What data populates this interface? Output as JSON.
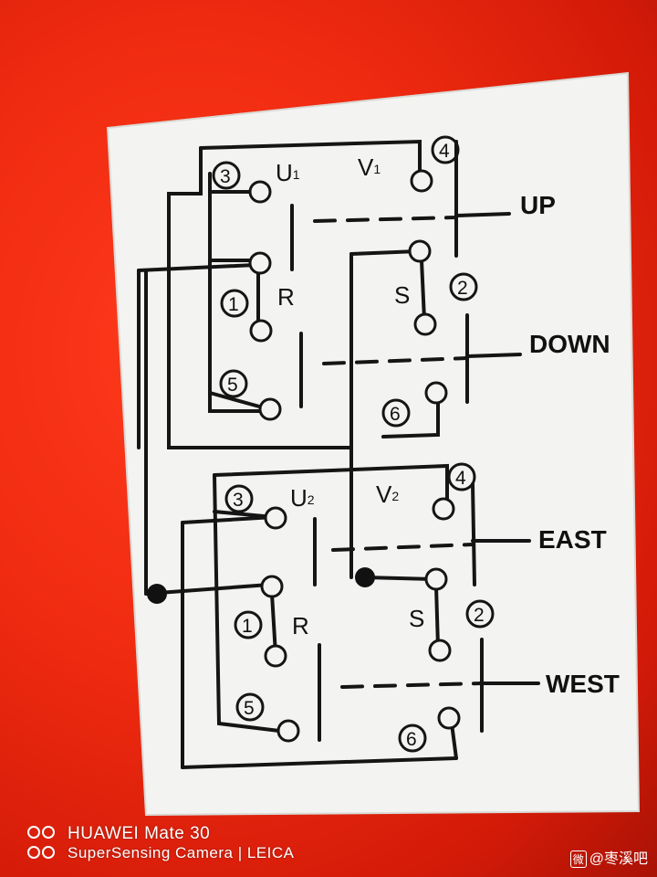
{
  "diagram": {
    "unit1": {
      "terminal_label_u": "U",
      "terminal_label_u_sub": "1",
      "terminal_label_v": "V",
      "terminal_label_v_sub": "1",
      "contact_r": "R",
      "contact_s": "S",
      "terminal_numbers": [
        "3",
        "1",
        "5",
        "4",
        "2",
        "6"
      ],
      "direction_top": "UP",
      "direction_bottom": "DOWN"
    },
    "unit2": {
      "terminal_label_u": "U",
      "terminal_label_u_sub": "2",
      "terminal_label_v": "V",
      "terminal_label_v_sub": "2",
      "contact_r": "R",
      "contact_s": "S",
      "terminal_numbers": [
        "3",
        "1",
        "5",
        "4",
        "2",
        "6"
      ],
      "direction_top": "EAST",
      "direction_bottom": "WEST"
    }
  },
  "watermark": {
    "model": "HUAWEI Mate 30",
    "camera": "SuperSensing Camera | LEICA",
    "site_badge": "微",
    "site": "@枣溪吧"
  },
  "colors": {
    "background": "#e8260f",
    "label": "#ffffff",
    "ink": "#111111"
  }
}
